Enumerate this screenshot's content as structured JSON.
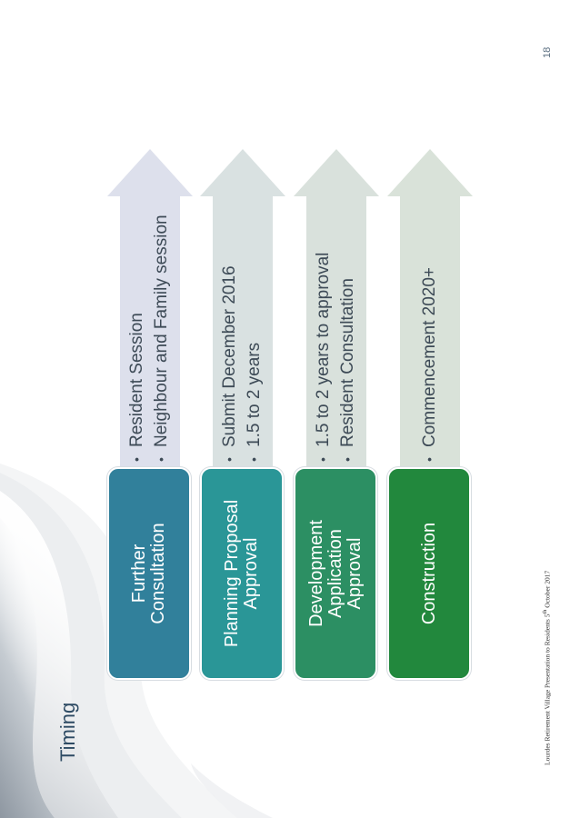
{
  "title": "Timing",
  "page_number": "18",
  "footer": {
    "prefix": "Lourdes Retirement Village Presentation to Residents 5",
    "superscript": "th",
    "suffix": " October 2017"
  },
  "rows": [
    {
      "label_lines": [
        "Further",
        "Consultation"
      ],
      "bullets": [
        "Resident Session",
        "Neighbour and Family session"
      ],
      "label_color": "#31809b",
      "arrow_color": "#dde0ec"
    },
    {
      "label_lines": [
        "Planning Proposal",
        "Approval"
      ],
      "bullets": [
        "Submit December 2016",
        "1.5 to 2 years"
      ],
      "label_color": "#2a9697",
      "arrow_color": "#d9e1e1"
    },
    {
      "label_lines": [
        "Development",
        "Application",
        "Approval"
      ],
      "bullets": [
        "1.5 to 2 years to approval",
        "Resident Consultation"
      ],
      "label_color": "#2c8f63",
      "arrow_color": "#d9e1dc"
    },
    {
      "label_lines": [
        "Construction"
      ],
      "bullets": [
        "Commencement 2020+"
      ],
      "label_color": "#22883d",
      "arrow_color": "#d9e2d9"
    }
  ]
}
